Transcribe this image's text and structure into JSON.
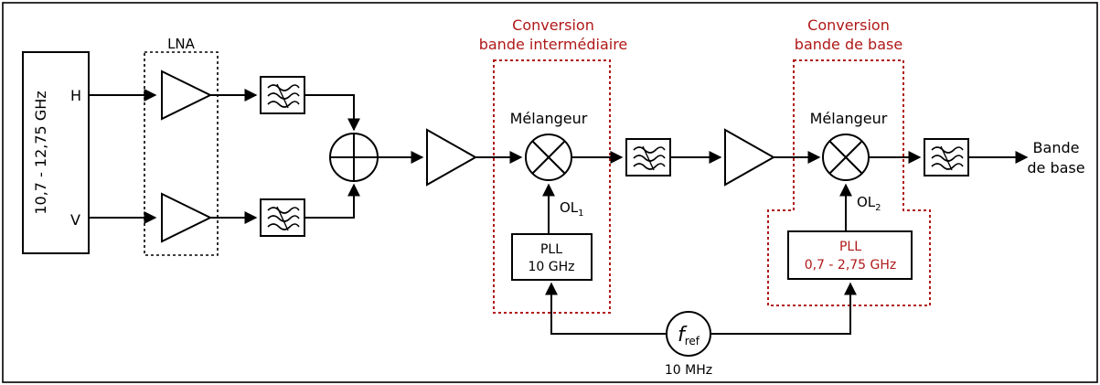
{
  "input": {
    "label": "10,7 - 12,75 GHz",
    "h": "H",
    "v": "V"
  },
  "lna": {
    "label": "LNA"
  },
  "if_conversion": {
    "title_line1": "Conversion",
    "title_line2": "bande intermédiaire",
    "mixer_label": "Mélangeur",
    "lo_label": "OL",
    "lo_sub": "1",
    "pll_line1": "PLL",
    "pll_line2": "10 GHz"
  },
  "bb_conversion": {
    "title_line1": "Conversion",
    "title_line2": "bande de base",
    "mixer_label": "Mélangeur",
    "lo_label": "OL",
    "lo_sub": "2",
    "pll_line1": "PLL",
    "pll_line2": "0,7 - 2,75 GHz"
  },
  "reference": {
    "symbol": "f",
    "sub": "ref",
    "freq": "10 MHz"
  },
  "output": {
    "line1": "Bande",
    "line2": "de base"
  },
  "colors": {
    "accent": "#b01818",
    "line": "#000000"
  }
}
